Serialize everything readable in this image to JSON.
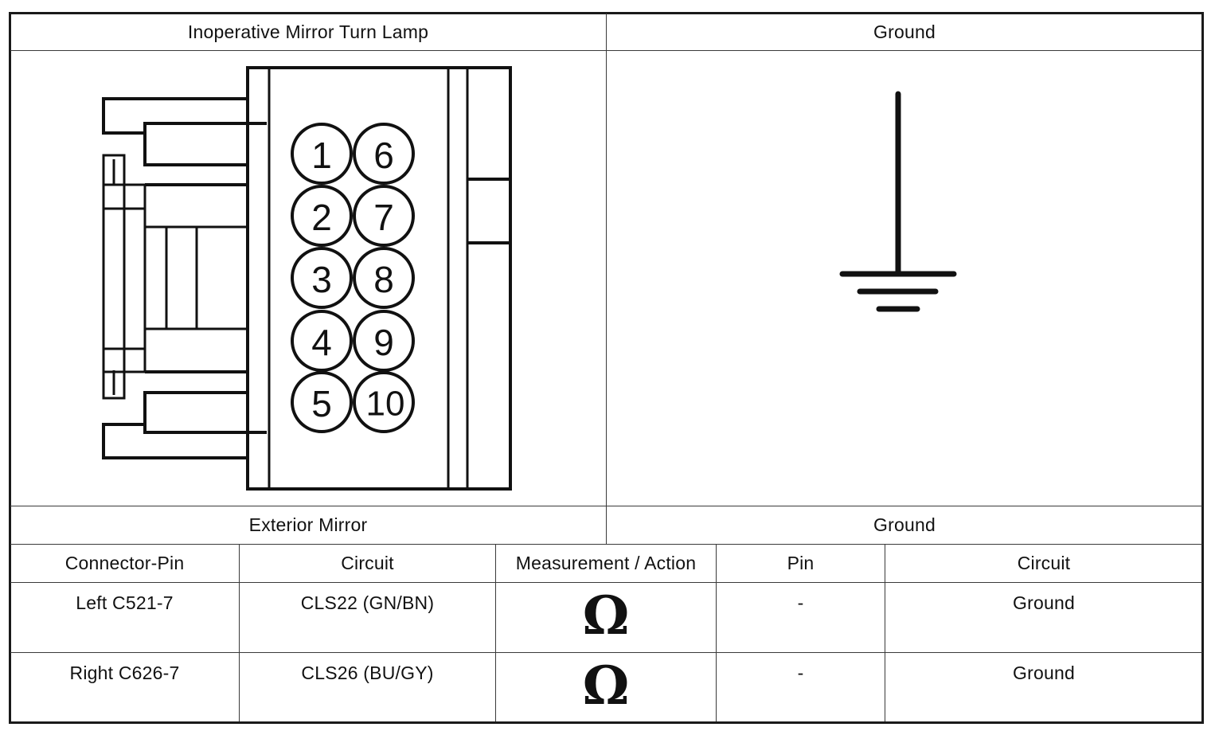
{
  "header": {
    "left_title": "Inoperative Mirror Turn Lamp",
    "right_title": "Ground"
  },
  "connector": {
    "pins_left": [
      "1",
      "2",
      "3",
      "4",
      "5"
    ],
    "pins_right": [
      "6",
      "7",
      "8",
      "9",
      "10"
    ]
  },
  "subheader": {
    "left_label": "Exterior Mirror",
    "right_label": "Ground"
  },
  "table": {
    "columns": [
      "Connector-Pin",
      "Circuit",
      "Measurement / Action",
      "Pin",
      "Circuit"
    ],
    "rows": [
      {
        "connector_pin": "Left C521-7",
        "circuit": "CLS22 (GN/BN)",
        "measurement": "Ω",
        "pin": "-",
        "to_circuit": "Ground"
      },
      {
        "connector_pin": "Right C626-7",
        "circuit": "CLS26 (BU/GY)",
        "measurement": "Ω",
        "pin": "-",
        "to_circuit": "Ground"
      }
    ]
  }
}
